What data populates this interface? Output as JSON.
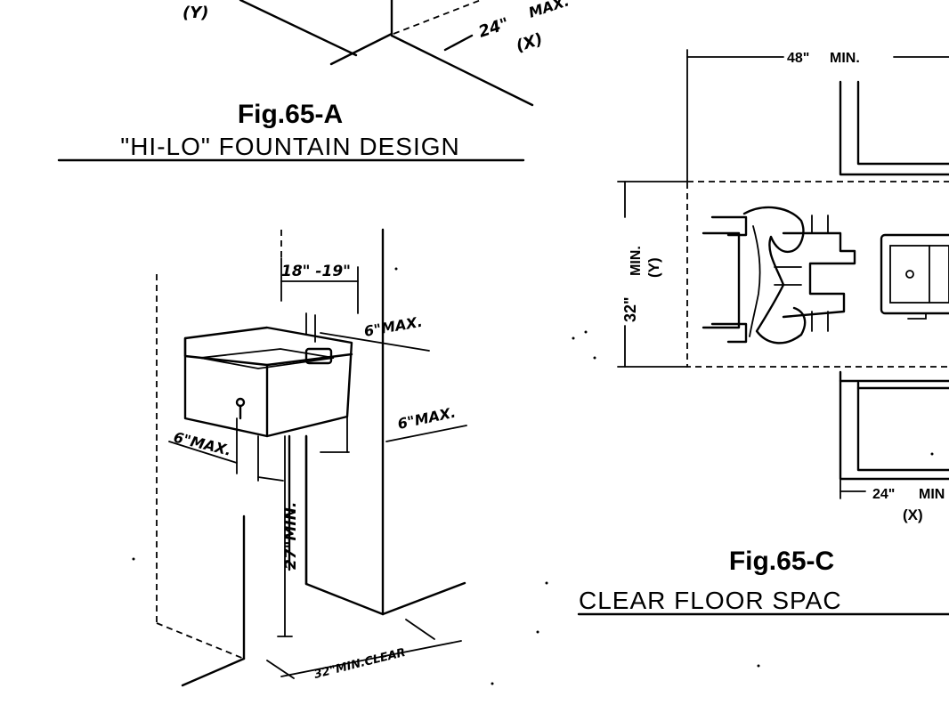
{
  "fig_a": {
    "title": "Fig.65-A",
    "subtitle": "\"HI-LO\" FOUNTAIN DESIGN",
    "partial_y": "(Y)",
    "partial_dim": "24\"",
    "partial_max": "MAX.",
    "partial_x": "(X)"
  },
  "fig_b": {
    "dim_top": "18\" -19\"",
    "dim_6max_1": "6\"MAX.",
    "dim_6max_2": "6\"MAX.",
    "dim_6max_3": "6\"MAX.",
    "dim_27min": "27\"MIN.",
    "dim_32clear": "32\"MIN.CLEAR"
  },
  "fig_c": {
    "title": "Fig.65-C",
    "subtitle": "CLEAR FLOOR SPAC",
    "dim_48": "48\"",
    "dim_48_min": "MIN.",
    "dim_32": "32\"",
    "dim_32_min": "MIN.",
    "dim_32_y": "(Y)",
    "dim_24": "24\"",
    "dim_24_min": "MIN",
    "dim_24_x": "(X)"
  }
}
